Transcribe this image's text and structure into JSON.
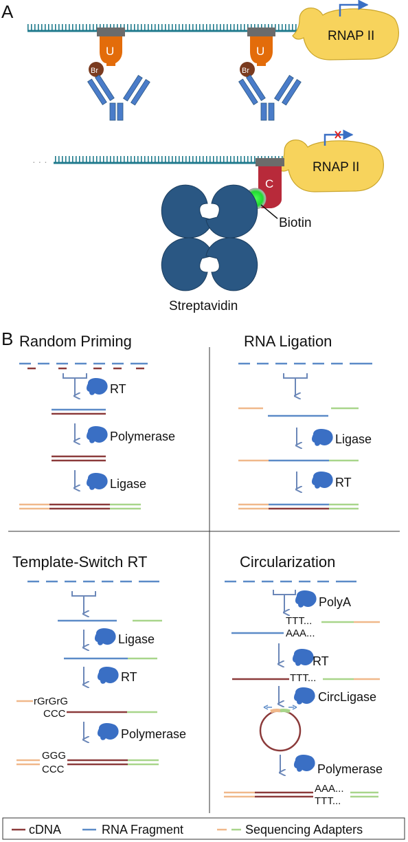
{
  "panelA": {
    "letter": "A",
    "rnap_label": "RNAP II",
    "brdu_base": "U",
    "br_label": "Br",
    "biotin_base": "C",
    "biotin_label": "Biotin",
    "streptavidin_label": "Streptavidin",
    "ellipsis": "· · ·"
  },
  "panelB": {
    "letter": "B",
    "random_priming": {
      "title": "Random Priming",
      "enzymes": [
        "RT",
        "Polymerase",
        "Ligase"
      ]
    },
    "rna_ligation": {
      "title": "RNA Ligation",
      "enzymes": [
        "Ligase",
        "RT"
      ]
    },
    "template_switch": {
      "title": "Template-Switch RT",
      "enzymes": [
        "Ligase",
        "RT",
        "Polymerase"
      ],
      "rg_text": "rGrGrG",
      "ccc_text": "CCC",
      "ggg_text": "GGG"
    },
    "circularization": {
      "title": "Circularization",
      "enzymes": [
        "PolyA",
        "RT",
        "CircLigase",
        "Polymerase"
      ],
      "ttt_text": "TTT...",
      "aaa_text": "AAA..."
    }
  },
  "legend": {
    "items": [
      {
        "label": "cDNA",
        "color": "#8b3a3a"
      },
      {
        "label": "RNA Fragment",
        "color": "#5b8ac7"
      },
      {
        "label": "Sequencing Adapters",
        "color": "#f0b88a",
        "color2": "#a8d58a"
      }
    ]
  },
  "colors": {
    "dna": "#1f7a8c",
    "rna": "#5b8ac7",
    "cdna": "#8b3a3a",
    "adapter_orange": "#f0b88a",
    "adapter_green": "#a8d58a",
    "enzyme": "#3a6fc4",
    "antibody": "#4a7cc9",
    "rnap": "#f7d35c",
    "brdu": "#e36c0a",
    "biotin_c": "#b82a3a",
    "streptavidin": "#2a5783",
    "biotin_dot": "#22d933",
    "arrow": "#6b87b8"
  }
}
